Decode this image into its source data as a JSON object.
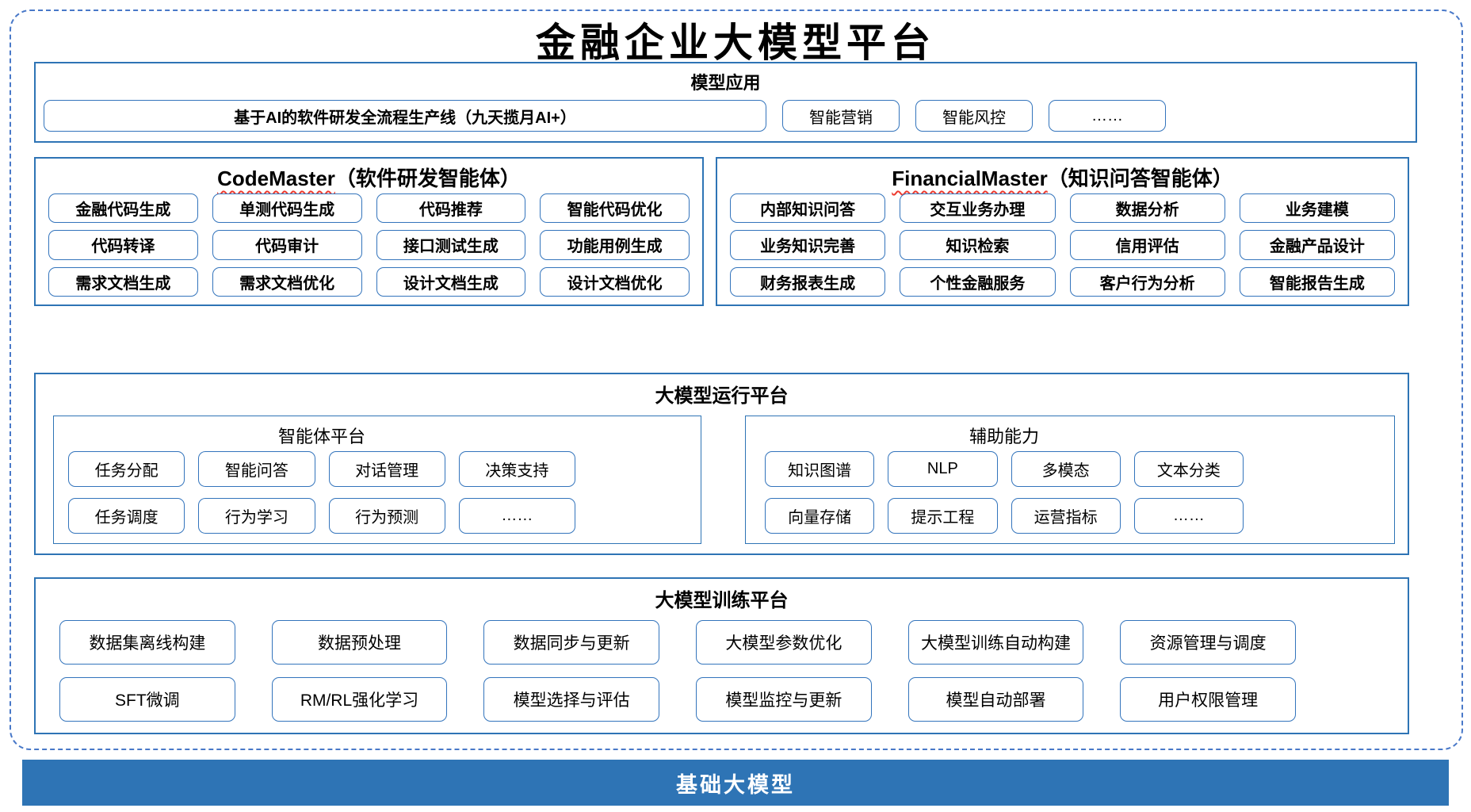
{
  "title": "金融企业大模型平台",
  "model_app": {
    "header": "模型应用",
    "main_item": "基于AI的软件研发全流程生产线（九天揽月AI+）",
    "items": [
      "智能营销",
      "智能风控",
      "……"
    ]
  },
  "code_master": {
    "title_en": "CodeMaster",
    "title_zh": "（软件研发智能体）",
    "items": [
      "金融代码生成",
      "单测代码生成",
      "代码推荐",
      "智能代码优化",
      "代码转译",
      "代码审计",
      "接口测试生成",
      "功能用例生成",
      "需求文档生成",
      "需求文档优化",
      "设计文档生成",
      "设计文档优化"
    ]
  },
  "financial_master": {
    "title_en": "FinancialMaster",
    "title_zh": "（知识问答智能体）",
    "items": [
      "内部知识问答",
      "交互业务办理",
      "数据分析",
      "业务建模",
      "业务知识完善",
      "知识检索",
      "信用评估",
      "金融产品设计",
      "财务报表生成",
      "个性金融服务",
      "客户行为分析",
      "智能报告生成"
    ]
  },
  "runtime": {
    "header": "大模型运行平台",
    "agent_platform": {
      "title": "智能体平台",
      "items": [
        "任务分配",
        "智能问答",
        "对话管理",
        "决策支持",
        "任务调度",
        "行为学习",
        "行为预测",
        "……"
      ]
    },
    "aux_ability": {
      "title": "辅助能力",
      "items": [
        "知识图谱",
        "NLP",
        "多模态",
        "文本分类",
        "向量存储",
        "提示工程",
        "运营指标",
        "……"
      ]
    }
  },
  "training": {
    "header": "大模型训练平台",
    "items": [
      "数据集离线构建",
      "数据预处理",
      "数据同步与更新",
      "大模型参数优化",
      "大模型训练自动构建",
      "资源管理与调度",
      "SFT微调",
      "RM/RL强化学习",
      "模型选择与评估",
      "模型监控与更新",
      "模型自动部署",
      "用户权限管理"
    ]
  },
  "foundation": {
    "label": "基础大模型"
  },
  "colors": {
    "section_border": "#2E74B5",
    "item_border": "#3374BC",
    "dashed_border": "#4878C8",
    "foundation_bg": "#2E74B5",
    "foundation_text": "#FFFFFF",
    "squiggle_red": "#ED3B2F",
    "text": "#000000"
  }
}
